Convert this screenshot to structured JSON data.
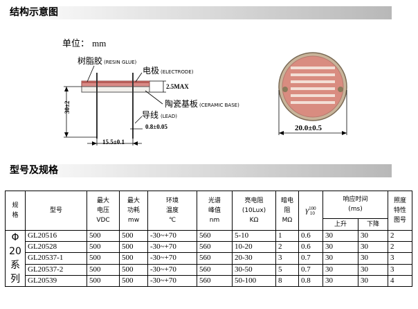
{
  "sections": {
    "structure_title": "结构示意图",
    "spec_title": "型号及规格"
  },
  "diagram": {
    "unit_label": "单位：",
    "unit_value": "mm",
    "resin_glue": "树脂胶",
    "resin_glue_en": "(RESIN GLUE)",
    "electrode": "电极",
    "electrode_en": "(ELECTRODE)",
    "max_height": "2.5MAX",
    "ceramic_base": "陶瓷基板",
    "ceramic_base_en": "(CERAMIC BASE)",
    "lead": "导线",
    "lead_en": "(LEAD)",
    "lead_dia": "0.8±0.05",
    "length": "30±2",
    "pitch": "15.5±0.1",
    "diameter": "20.0±0.5"
  },
  "table": {
    "headers": {
      "spec": [
        "规",
        "格"
      ],
      "model": "型号",
      "max_voltage": [
        "最大",
        "电压",
        "VDC"
      ],
      "max_power": [
        "最大",
        "功耗",
        "mw"
      ],
      "ambient_temp": [
        "环境",
        "温度",
        "℃"
      ],
      "peak_wavelength": [
        "光谱",
        "峰值",
        "nm"
      ],
      "light_resistance": [
        "亮电阻",
        "(10Lux)",
        "KΩ"
      ],
      "dark_resistance": [
        "暗电",
        "阻",
        "MΩ"
      ],
      "gamma": "γ",
      "gamma_sup": "100",
      "gamma_sub": "10",
      "response_time": "响应时间",
      "response_unit": "(ms)",
      "rise": "上升",
      "fall": "下降",
      "illum_curve": [
        "照度",
        "特性",
        "图号"
      ]
    },
    "series_label": [
      "Φ",
      "20",
      "系",
      "列"
    ],
    "rows": [
      {
        "model": "GL20516",
        "voltage": "500",
        "power": "500",
        "temp": "-30~+70",
        "peak": "560",
        "light_r": "5-10",
        "dark_r": "1",
        "gamma": "0.6",
        "rise": "30",
        "fall": "30",
        "curve": "2"
      },
      {
        "model": "GL20528",
        "voltage": "500",
        "power": "500",
        "temp": "-30~+70",
        "peak": "560",
        "light_r": "10-20",
        "dark_r": "2",
        "gamma": "0.6",
        "rise": "30",
        "fall": "30",
        "curve": "2"
      },
      {
        "model": "GL20537-1",
        "voltage": "500",
        "power": "500",
        "temp": "-30~+70",
        "peak": "560",
        "light_r": "20-30",
        "dark_r": "3",
        "gamma": "0.7",
        "rise": "30",
        "fall": "30",
        "curve": "3"
      },
      {
        "model": "GL20537-2",
        "voltage": "500",
        "power": "500",
        "temp": "-30~+70",
        "peak": "560",
        "light_r": "30-50",
        "dark_r": "5",
        "gamma": "0.7",
        "rise": "30",
        "fall": "30",
        "curve": "3"
      },
      {
        "model": "GL20539",
        "voltage": "500",
        "power": "500",
        "temp": "-30~+70",
        "peak": "560",
        "light_r": "50-100",
        "dark_r": "8",
        "gamma": "0.8",
        "rise": "30",
        "fall": "30",
        "curve": "4"
      }
    ]
  }
}
